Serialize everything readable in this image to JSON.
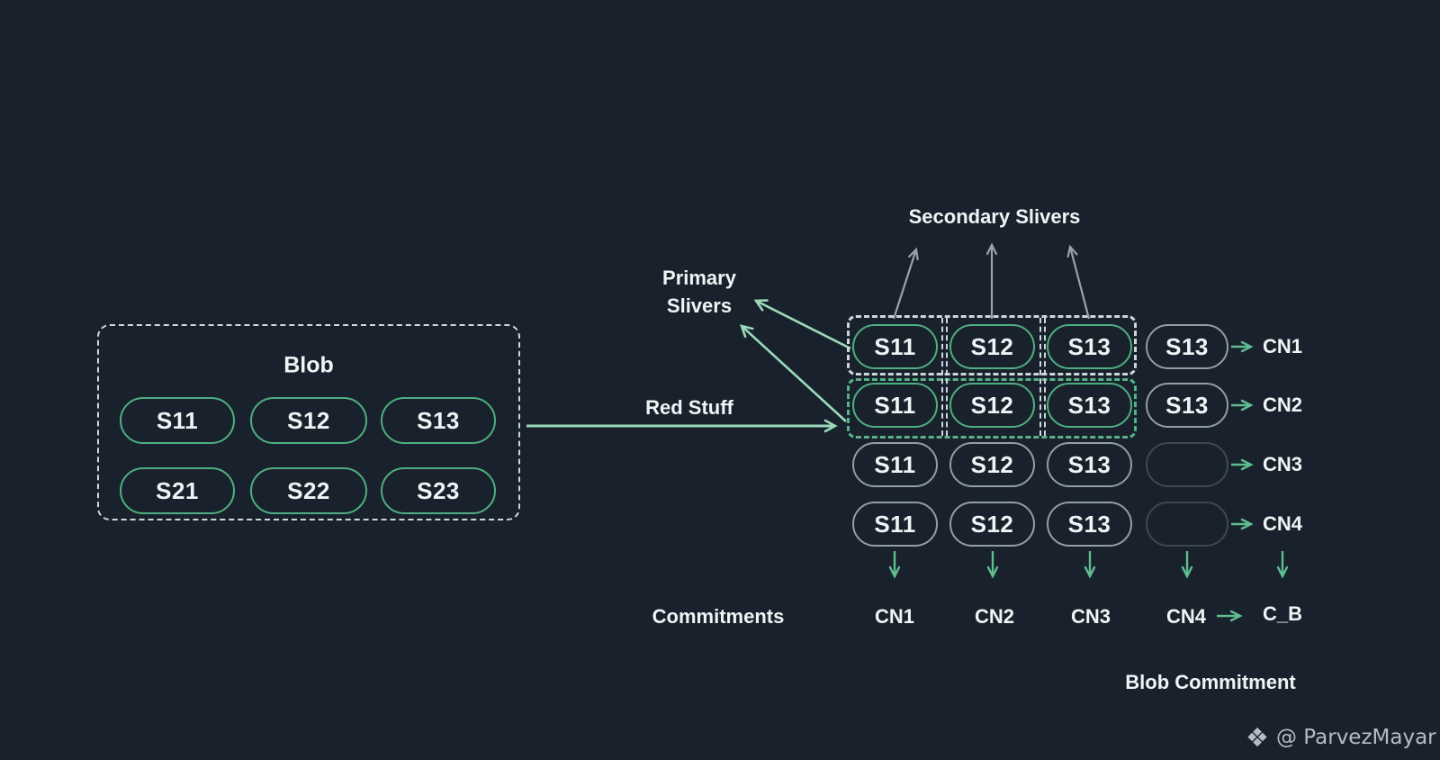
{
  "colors": {
    "background": "#19222c",
    "text": "#f1f4f6",
    "green": "#4fae81",
    "green_dash": "#56b389",
    "green_arrow": "#5fbd92",
    "light_green_arrow": "#9ad9bb",
    "gray_arrow": "#9aa3ac",
    "gray_border": "#929da7",
    "faint_border": "#3e4852",
    "dashed_white": "#cdd7db",
    "watermark": "#b4bdc5"
  },
  "blob": {
    "title": "Blob",
    "pills": [
      [
        "S11",
        "S12",
        "S13"
      ],
      [
        "S21",
        "S22",
        "S23"
      ]
    ]
  },
  "flow": {
    "red_stuff_label": "Red Stuff",
    "primary_slivers_label": "Primary Slivers",
    "secondary_slivers_label": "Secondary Slivers"
  },
  "encoded_grid": {
    "rows": [
      {
        "pills": [
          "S11",
          "S12",
          "S13"
        ],
        "node_pill": "S13",
        "node_label": "CN1"
      },
      {
        "pills": [
          "S11",
          "S12",
          "S13"
        ],
        "node_pill": "S13",
        "node_label": "CN2"
      },
      {
        "pills": [
          "S11",
          "S12",
          "S13"
        ],
        "node_pill": "",
        "node_label": "CN3"
      },
      {
        "pills": [
          "S11",
          "S12",
          "S13"
        ],
        "node_pill": "",
        "node_label": "CN4"
      }
    ]
  },
  "commitments": {
    "label": "Commitments",
    "column_labels": [
      "CN1",
      "CN2",
      "CN3",
      "CN4"
    ],
    "blob_commitment_symbol": "C_B",
    "blob_commitment_label": "Blob Commitment"
  },
  "watermark": {
    "icon_glyph": "❖",
    "icon_name": "binance-diamond-icon",
    "handle": "@ ParvezMayar"
  }
}
